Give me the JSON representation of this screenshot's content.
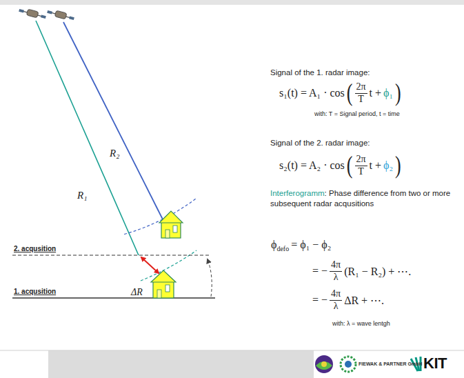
{
  "diagram": {
    "labels": [
      "R₂",
      "R₁",
      "2. acqusition",
      "ΔR",
      "1. acqusition",
      "Signal of the 1. radar image:",
      "s₁(t) = A₁ · cos",
      "(",
      "2π",
      "T",
      "t +",
      "ϕ₁",
      ")",
      "with: T = Signal period, t = time",
      "Signal of the 2. radar image:",
      "s₂(t) = A₂ · cos",
      "(",
      "2π",
      "T",
      "t +",
      "ϕ₂",
      ")",
      "Interferogramm",
      ": Phase difference from two or more subsequent radar acqusitions",
      "ϕ",
      "defo",
      "= ϕ₁ − ϕ₂",
      "= −",
      "4π",
      "λ",
      "(R₁ − R₂) + ⋯.",
      "= −",
      "4π",
      "λ",
      "ΔR + ⋯.",
      "with: λ = wave lentgh",
      "FIEWAK & PARTNER GmbH",
      "KIT"
    ]
  }
}
